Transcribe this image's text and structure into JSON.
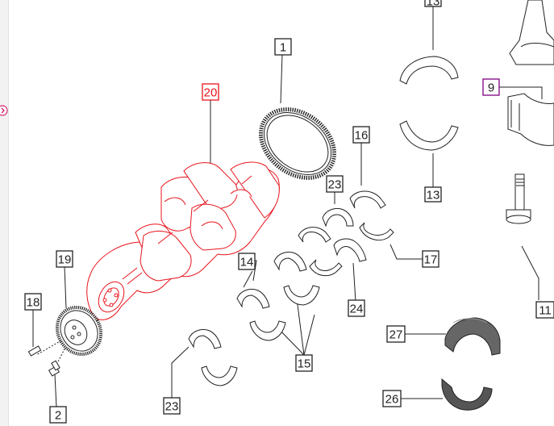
{
  "diagram": {
    "colors": {
      "highlight": "#e8141c",
      "selected": "#800080",
      "line": "#222222",
      "part_fill": "#ffffff",
      "shaded_part": "#555555"
    },
    "callouts": [
      {
        "id": "c1",
        "label": "1"
      },
      {
        "id": "c2",
        "label": "2"
      },
      {
        "id": "c9",
        "label": "9",
        "state": "selected"
      },
      {
        "id": "c11",
        "label": "11"
      },
      {
        "id": "c13a",
        "label": "13"
      },
      {
        "id": "c13b",
        "label": "13"
      },
      {
        "id": "c14",
        "label": "14"
      },
      {
        "id": "c15",
        "label": "15"
      },
      {
        "id": "c16",
        "label": "16"
      },
      {
        "id": "c17",
        "label": "17"
      },
      {
        "id": "c18",
        "label": "18"
      },
      {
        "id": "c19",
        "label": "19"
      },
      {
        "id": "c20",
        "label": "20",
        "state": "highlighted"
      },
      {
        "id": "c23a",
        "label": "23"
      },
      {
        "id": "c23b",
        "label": "23"
      },
      {
        "id": "c24",
        "label": "24"
      },
      {
        "id": "c26",
        "label": "26"
      },
      {
        "id": "c27",
        "label": "27"
      }
    ]
  }
}
